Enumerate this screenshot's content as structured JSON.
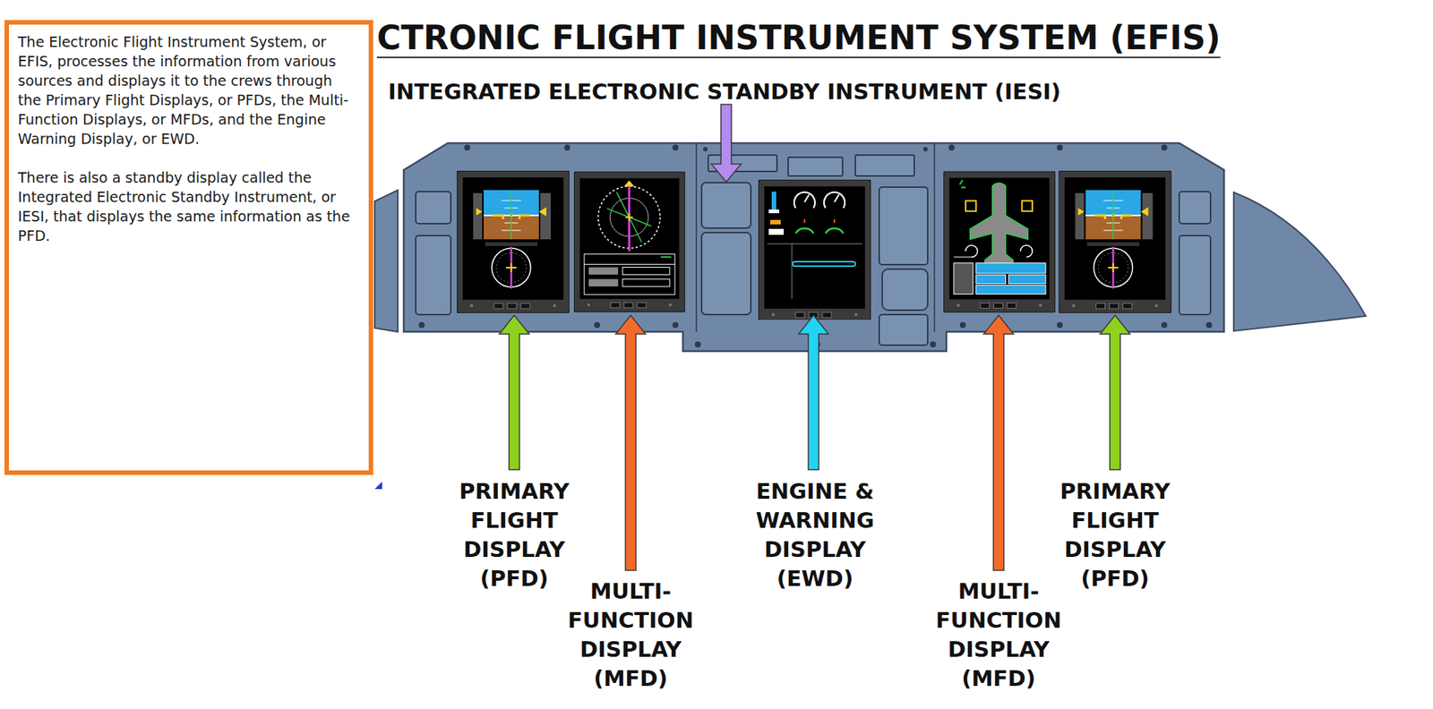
{
  "diagram": {
    "title": "CTRONIC FLIGHT INSTRUMENT SYSTEM (EFIS)",
    "nodes": [
      {
        "text": [
          "The Electronic Flight Instrument System, or EFIS, processes the information from various sources and displays it to the crews through the Primary Flight Displays, or PFDs, the Multi- Function Displays, or MFDs, and the Engine Warning Display, or EWD.",
          "There is also a standby display called the Integrated Electronic Standby Instrument, or IESI, that displays the same information as the PFD."
        ]
      }
    ],
    "labels": [
      "INTEGRATED ELECTRONIC STANDBY INSTRUMENT (IESI)",
      "PRIMARY FLIGHT DISPLAY (PFD)",
      "MULTI- FUNCTION DISPLAY (MFD)",
      "ENGINE & WARNING DISPLAY (EWD)",
      "MULTI- FUNCTION DISPLAY (MFD)",
      "PRIMARY FLIGHT DISPLAY (PFD)"
    ]
  }
}
